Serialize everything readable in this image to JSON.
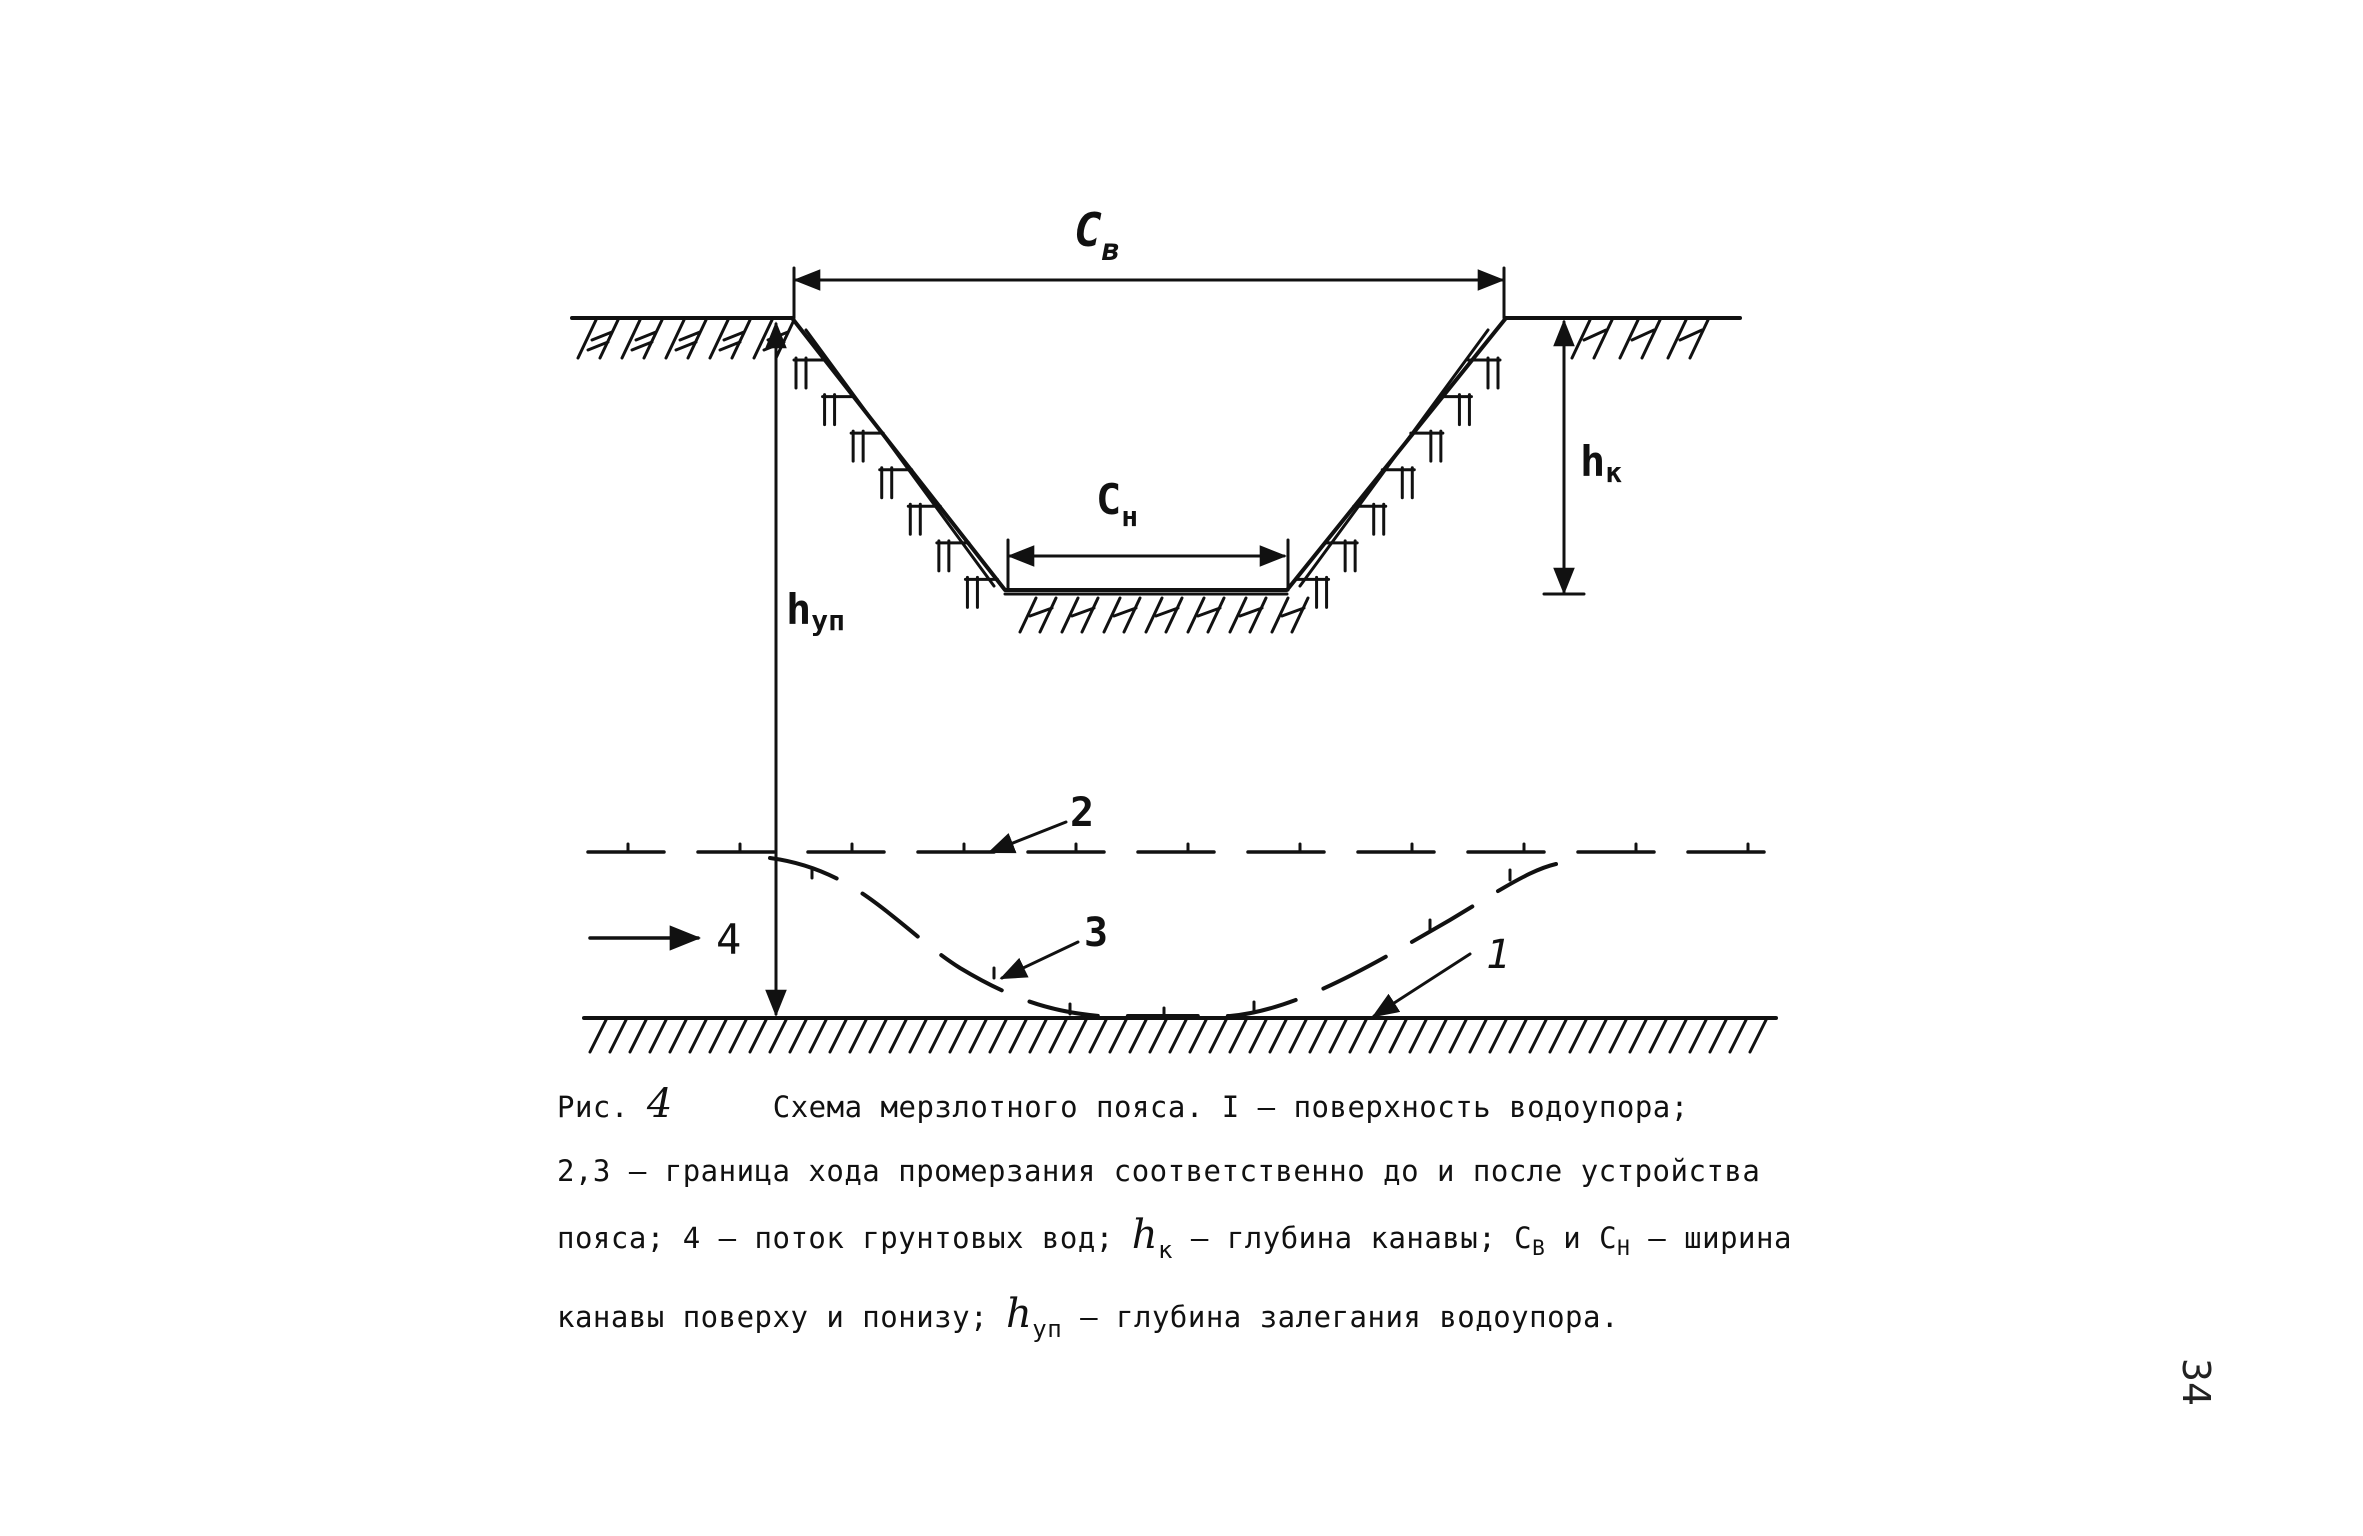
{
  "diagram": {
    "labels": {
      "top_width": "C",
      "top_width_sub": "в",
      "bottom_width": "C",
      "bottom_width_sub": "н",
      "ditch_depth": "h",
      "ditch_depth_sub": "к",
      "aquiclude_depth": "h",
      "aquiclude_depth_sub": "уп",
      "marker_1": "1",
      "marker_2": "2",
      "marker_3": "3",
      "marker_4": "4"
    }
  },
  "caption": {
    "prefix": "Рис.",
    "figure_number": "4",
    "line1": "Схема мерзлотного пояса. I – поверхность водоупора;",
    "line2": "2,3 – граница хода промерзания соответственно до и после устройства",
    "line3_part1": "пояса; 4 – поток грунтовых вод;",
    "hk_symbol": "h",
    "hk_sub": "к",
    "line3_part2": " – глубина канавы; C",
    "cb_sub": "В",
    "line3_and": " и C",
    "ch_sub": "Н",
    "line3_part3": " – ширина",
    "line4_part1": "канавы поверху и понизу;",
    "hyp_symbol": "h",
    "hyp_sub": "уп",
    "line4_part2": " – глубина залегания водоупора."
  },
  "page_number": "34"
}
